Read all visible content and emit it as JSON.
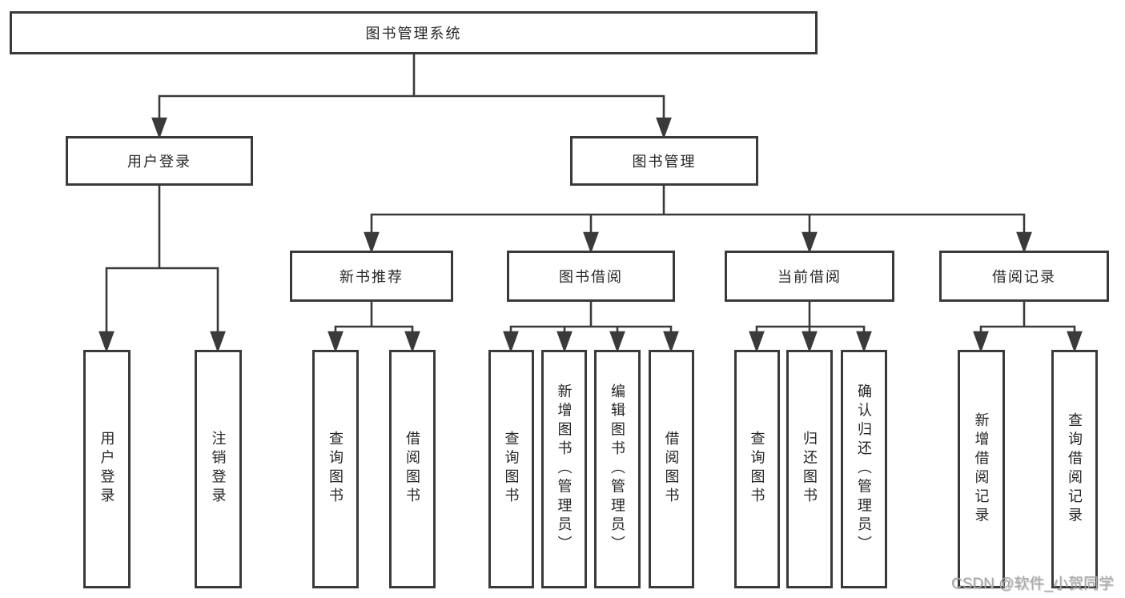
{
  "diagram": {
    "root": {
      "label": "图书管理系统"
    },
    "level2": {
      "user_login": {
        "label": "用户登录"
      },
      "book_management": {
        "label": "图书管理"
      }
    },
    "level3": {
      "new_book_recommend": {
        "label": "新书推荐"
      },
      "book_borrowing": {
        "label": "图书借阅"
      },
      "current_borrowing": {
        "label": "当前借阅"
      },
      "borrowing_records": {
        "label": "借阅记录"
      }
    },
    "level4": {
      "user_login_leaf": {
        "label": "用户登录"
      },
      "logout_leaf": {
        "label": "注销登录"
      },
      "recommend_query_books": {
        "label": "查询图书"
      },
      "recommend_borrow_books": {
        "label": "借阅图书"
      },
      "borrowing_query_books": {
        "label": "查询图书"
      },
      "borrowing_add_books_admin": {
        "label": "新增图书（管理员）"
      },
      "borrowing_edit_books_admin": {
        "label": "编辑图书（管理员）"
      },
      "borrowing_borrow_books": {
        "label": "借阅图书"
      },
      "current_query_books": {
        "label": "查询图书"
      },
      "current_return_books": {
        "label": "归还图书"
      },
      "current_confirm_return_admin": {
        "label": "确认归还（管理员）"
      },
      "records_add_record": {
        "label": "新增借阅记录"
      },
      "records_query_record": {
        "label": "查询借阅记录"
      }
    }
  },
  "watermark": {
    "text": "CSDN @软件_小贺同学"
  },
  "colors": {
    "line": "#3a3a3a",
    "box_border": "#3a3a3a",
    "text": "#262626",
    "watermark": "#a9a9a9",
    "background": "#ffffff"
  }
}
